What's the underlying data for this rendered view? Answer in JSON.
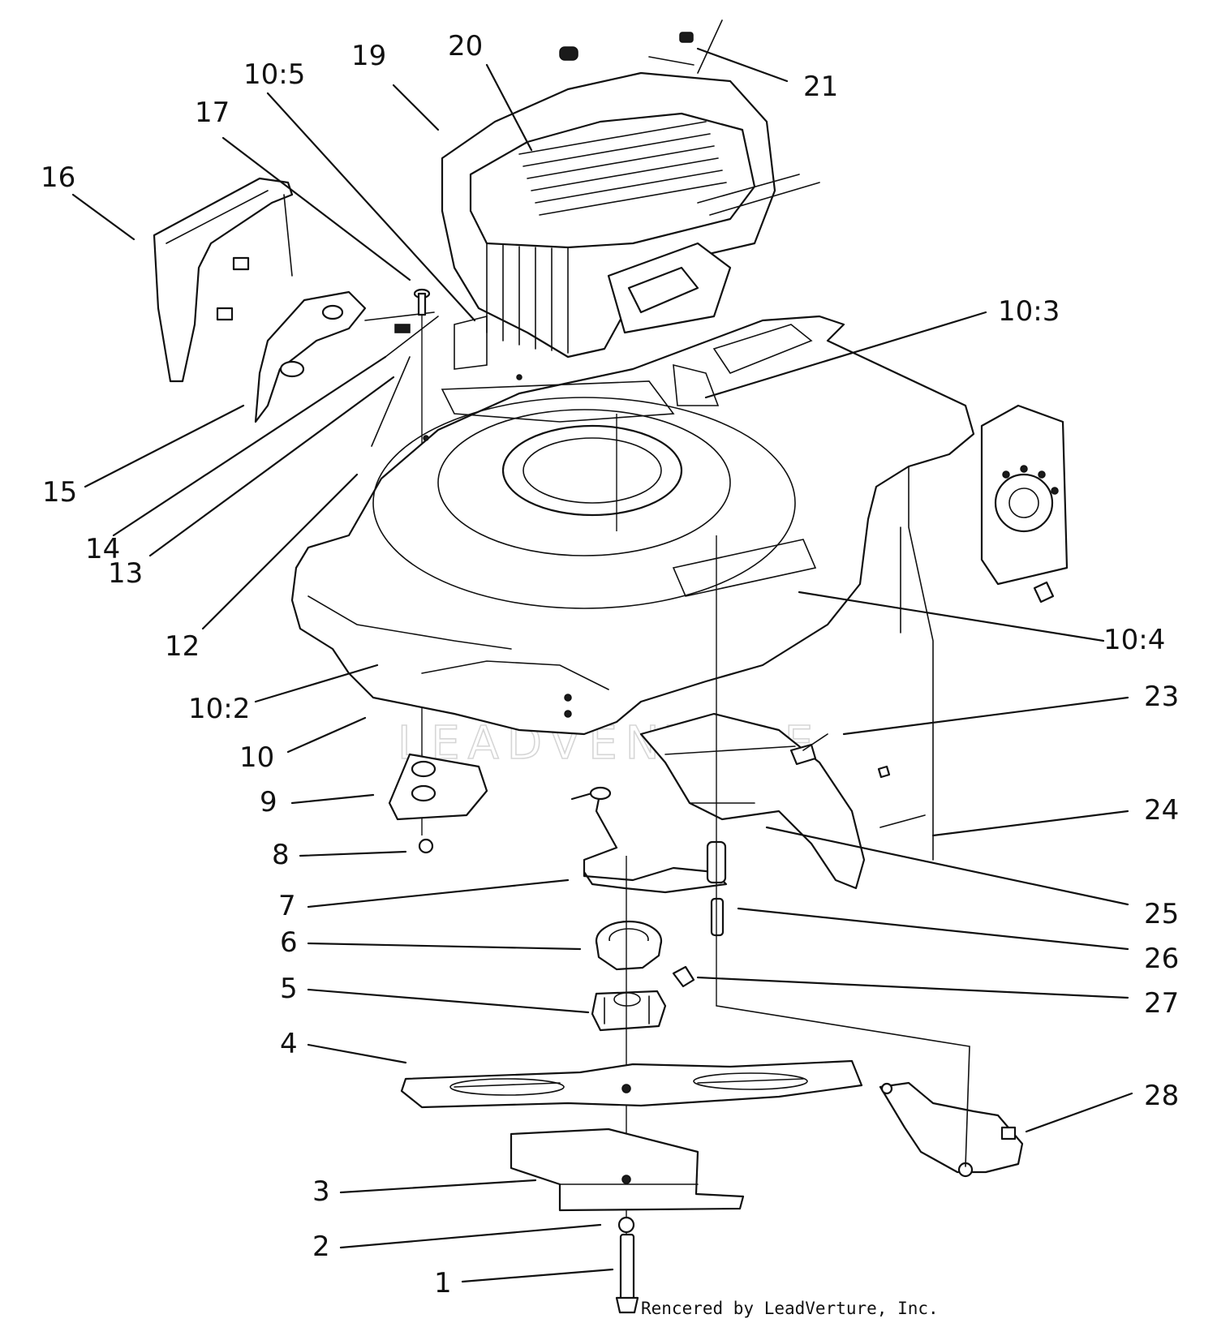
{
  "diagram": {
    "callouts": [
      {
        "id": "c1",
        "text": "1"
      },
      {
        "id": "c2",
        "text": "2"
      },
      {
        "id": "c3",
        "text": "3"
      },
      {
        "id": "c4",
        "text": "4"
      },
      {
        "id": "c5",
        "text": "5"
      },
      {
        "id": "c6",
        "text": "6"
      },
      {
        "id": "c7",
        "text": "7"
      },
      {
        "id": "c8",
        "text": "8"
      },
      {
        "id": "c9",
        "text": "9"
      },
      {
        "id": "c10",
        "text": "10"
      },
      {
        "id": "c10_2",
        "text": "10:2"
      },
      {
        "id": "c10_3",
        "text": "10:3"
      },
      {
        "id": "c10_4",
        "text": "10:4"
      },
      {
        "id": "c10_5",
        "text": "10:5"
      },
      {
        "id": "c12",
        "text": "12"
      },
      {
        "id": "c13",
        "text": "13"
      },
      {
        "id": "c14",
        "text": "14"
      },
      {
        "id": "c15",
        "text": "15"
      },
      {
        "id": "c16",
        "text": "16"
      },
      {
        "id": "c17",
        "text": "17"
      },
      {
        "id": "c19",
        "text": "19"
      },
      {
        "id": "c20",
        "text": "20"
      },
      {
        "id": "c21",
        "text": "21"
      },
      {
        "id": "c23",
        "text": "23"
      },
      {
        "id": "c24",
        "text": "24"
      },
      {
        "id": "c25",
        "text": "25"
      },
      {
        "id": "c26",
        "text": "26"
      },
      {
        "id": "c27",
        "text": "27"
      },
      {
        "id": "c28",
        "text": "28"
      }
    ],
    "credit": "Rencered by LeadVerture, Inc.",
    "watermark": "LEADVENTURE"
  }
}
